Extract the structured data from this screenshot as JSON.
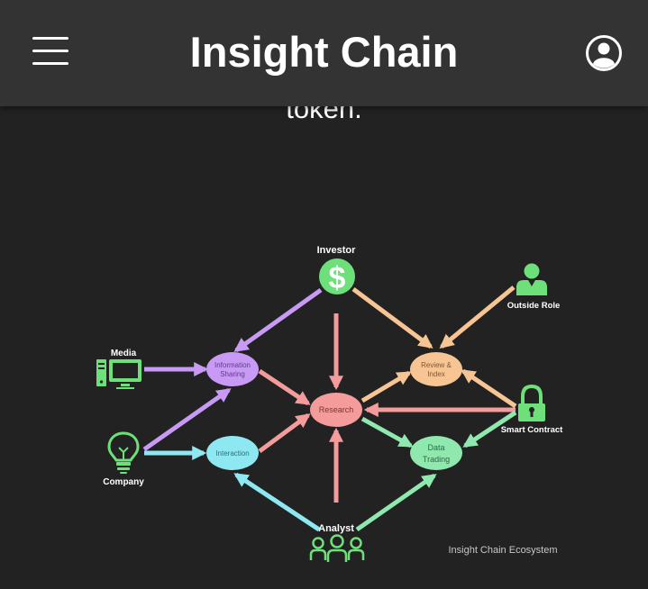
{
  "header": {
    "title": "Insight Chain",
    "menu_icon": "hamburger-menu-icon",
    "account_icon": "account-circle-icon"
  },
  "content": {
    "scrolled_text": "token."
  },
  "diagram": {
    "caption": "Insight Chain Ecosystem",
    "labels": {
      "investor": "Investor",
      "outside_role": "Outside Role",
      "media": "Media",
      "company": "Company",
      "smart_contract": "Smart Contract",
      "analyst": "Analyst"
    },
    "nodes": {
      "information_sharing": [
        "Information",
        "Sharing"
      ],
      "interaction": "Interaction",
      "research": "Research",
      "review_index": [
        "Review &",
        "Index"
      ],
      "data_trading": [
        "Data",
        "Trading"
      ]
    },
    "colors": {
      "purple": "#c89af5",
      "pink": "#f49b9b",
      "orange": "#f7c594",
      "cyan": "#8ee8f2",
      "green": "#8fe8ad",
      "icon_green": "#6de07a"
    }
  }
}
